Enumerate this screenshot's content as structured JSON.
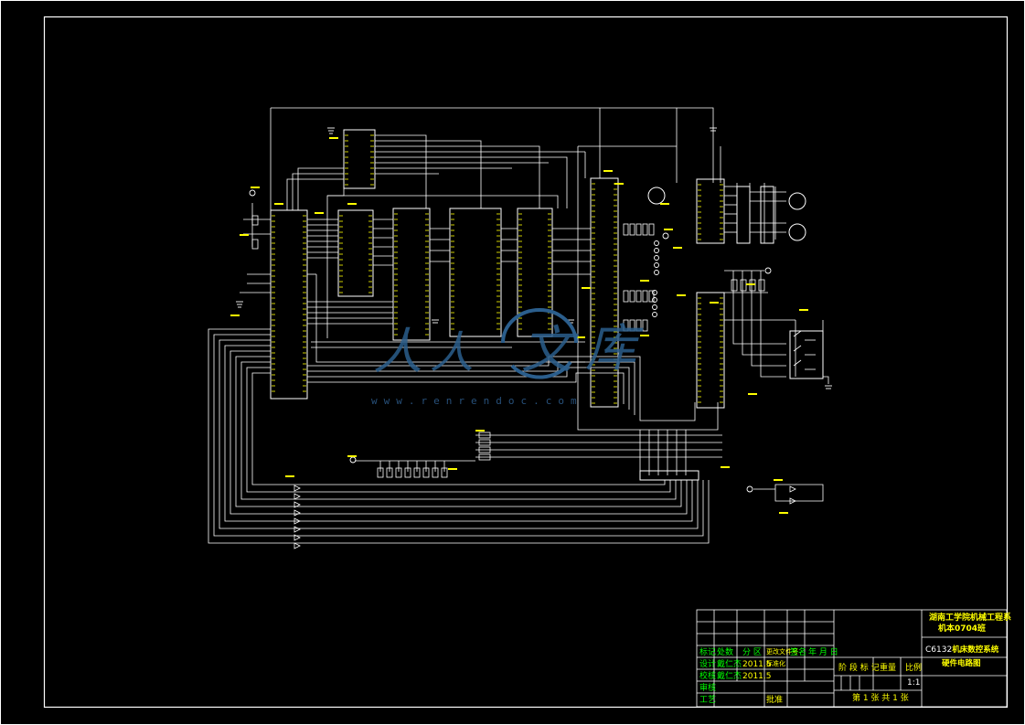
{
  "title_block": {
    "school_line1": "湖南工学院机械工程系",
    "school_line2": "机本0704班",
    "drawing_prefix": "C6132",
    "drawing_title_1": "机床数控系统",
    "drawing_title_2": "硬件电路图",
    "scale": "1:1",
    "sheet_info": "第 1 张    共 1 张",
    "col_headers": [
      "标记",
      "处数",
      "分 区",
      "更改文件号",
      "签名",
      "年 月 日"
    ],
    "stage_header": "阶 段 标 记",
    "weight_header": "重量",
    "scale_header": "比例",
    "row_labels": [
      "设计",
      "校核",
      "审核",
      "工艺"
    ],
    "names": [
      "戴仁杰",
      "戴仁杰"
    ],
    "dates": [
      "2011.5",
      "2011.5"
    ],
    "standard": "标准化",
    "approve": "批准"
  },
  "watermark": {
    "chars": [
      "人",
      "人",
      "文",
      "库"
    ],
    "url": "www.renrendoc.com"
  },
  "colors": {
    "background": "#000000",
    "wire": "#ffffff",
    "label": "#ffff00",
    "pin": "#ffff00",
    "title_green": "#00ff00",
    "watermark": "#2b5e8c"
  },
  "icons": [
    "ground-icon",
    "motor-icon",
    "diode-icon",
    "resistor-icon",
    "terminal-icon"
  ]
}
